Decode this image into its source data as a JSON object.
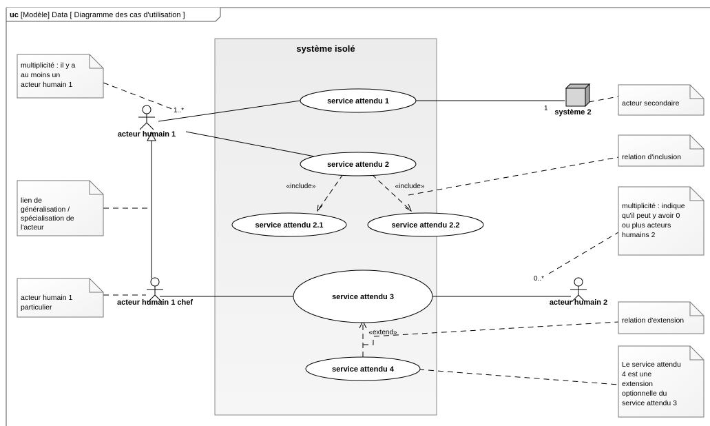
{
  "frame": {
    "tag": "uc",
    "title": "[Modèle] Data [ Diagramme des cas d'utilisation ]"
  },
  "system": {
    "title": "système isolé"
  },
  "use_cases": {
    "uc1": "service attendu 1",
    "uc2": "service attendu 2",
    "uc21": "service attendu 2.1",
    "uc22": "service attendu 2.2",
    "uc3": "service attendu 3",
    "uc4": "service attendu 4"
  },
  "actors": {
    "a1": "acteur humain 1",
    "a1chef": "acteur humain 1 chef",
    "a2": "acteur humain 2",
    "sys2": "système 2"
  },
  "stereotypes": {
    "include_left": "«include»",
    "include_right": "«include»",
    "extend": "«extend»"
  },
  "multiplicities": {
    "a1": "1..*",
    "sys2": "1",
    "a2": "0..*"
  },
  "notes": {
    "n1": [
      "multiplicité : il y a",
      "au moins un",
      "acteur humain 1"
    ],
    "n2": [
      "lien de",
      "généralisation /",
      "spécialisation de",
      "l'acteur"
    ],
    "n3": [
      "acteur humain 1",
      "particulier"
    ],
    "n4": [
      "acteur secondaire"
    ],
    "n5": [
      "relation d'inclusion"
    ],
    "n6": [
      "multiplicité : indique",
      "qu'il peut y avoir 0",
      "ou plus acteurs",
      "humains 2"
    ],
    "n7": [
      "relation d'extension"
    ],
    "n8": [
      "Le service attendu",
      "4 est une",
      "extension",
      "optionnelle du",
      "service attendu 3"
    ]
  }
}
